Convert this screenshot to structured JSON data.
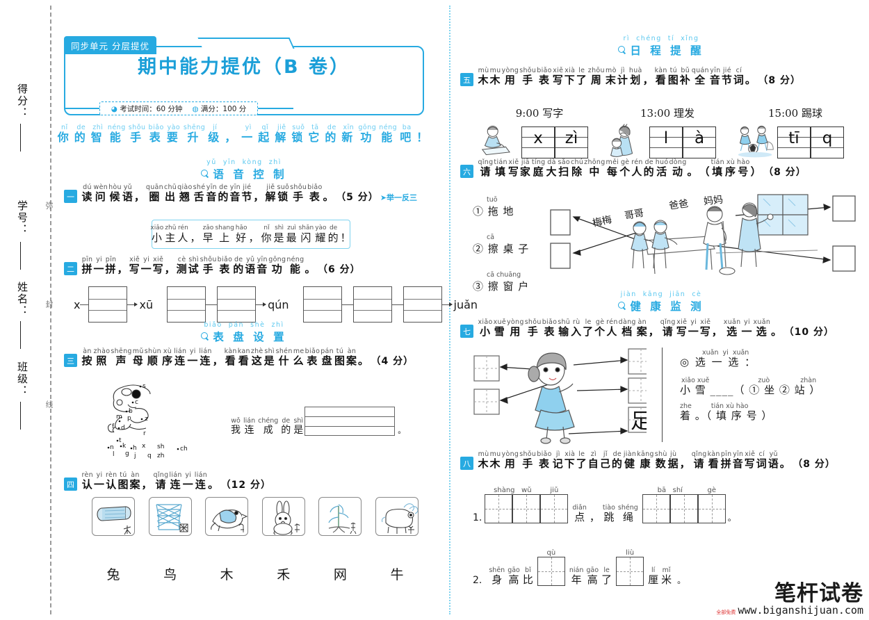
{
  "margin": {
    "fields": [
      "得分：",
      "学号：",
      "姓名：",
      "班级："
    ],
    "seal_words": [
      "弥",
      "封",
      "线"
    ]
  },
  "header": {
    "tab_label": "同步单元 分层提优",
    "title": "期中能力提优（B 卷）",
    "exam_time": "考试时间：60 分钟",
    "full_score": "满分：100 分"
  },
  "intro": {
    "pinyin": [
      "nǐ",
      "de",
      "zhì",
      "néng",
      "shǒu",
      "biǎo",
      "yào",
      "shēng",
      "jí",
      "",
      "yì",
      "qǐ",
      "jiě",
      "suǒ",
      "tā",
      "de",
      "xīn",
      "gōng",
      "néng",
      "ba"
    ],
    "hanzi": [
      "你",
      "的",
      "智",
      "能",
      "手",
      "表",
      "要",
      "升",
      "级",
      "，",
      "一",
      "起",
      "解",
      "锁",
      "它",
      "的",
      "新",
      "功",
      "能",
      "吧",
      "！"
    ],
    "text": "你的智能手表要升级，一起解锁它的新功能吧！"
  },
  "sections": [
    {
      "id": "voice",
      "pinyin": "yǔ  yīn  kòng  zhì",
      "title": "语 音 控 制"
    },
    {
      "id": "dial",
      "pinyin": "biǎo  pán  shè  zhì",
      "title": "表 盘 设 置"
    },
    {
      "id": "agenda",
      "pinyin": "rì  chéng  tí  xǐng",
      "title": "日 程 提 醒"
    },
    {
      "id": "health",
      "pinyin": "jiàn  kāng  jiān  cè",
      "title": "健 康 监 测"
    }
  ],
  "q1": {
    "num": "一",
    "pinyin": [
      "dú",
      "wèn",
      "hòu",
      "yǔ",
      "",
      "quān",
      "chū",
      "qiào",
      "shé",
      "yīn",
      "de",
      "yīn",
      "jié",
      "",
      "jiě",
      "suǒ",
      "shǒu",
      "biǎo"
    ],
    "hanzi": [
      "读",
      "问",
      "候",
      "语",
      "，",
      "圈",
      "出",
      "翘",
      "舌",
      "音",
      "的",
      "音",
      "节",
      "，",
      "解",
      "锁",
      "手",
      "表",
      "。"
    ],
    "score": "（5 分）",
    "tag": "➤举一反三",
    "greeting": {
      "pinyin": [
        "xiǎo",
        "zhǔ",
        "rén",
        "",
        "zǎo",
        "shang",
        "hǎo",
        "",
        "nǐ",
        "shì",
        "zuì",
        "shǎn",
        "yào",
        "de"
      ],
      "hanzi": [
        "小",
        "主",
        "人",
        "，",
        "早",
        "上",
        "好",
        "，",
        "你",
        "是",
        "最",
        "闪",
        "耀",
        "的",
        "！"
      ],
      "text": "小主人，早上好，你是最闪耀的！"
    }
  },
  "q2": {
    "num": "二",
    "pinyin": [
      "pīn",
      "yi",
      "pīn",
      "",
      "xiě",
      "yi",
      "xiě",
      "",
      "cè",
      "shì",
      "shǒu",
      "biǎo",
      "de",
      "yǔ",
      "yīn",
      "gōng",
      "néng"
    ],
    "hanzi": [
      "拼",
      "一",
      "拼",
      "，",
      "写",
      "一",
      "写",
      "，",
      "测",
      "试",
      "手",
      "表",
      "的",
      "语",
      "音",
      "功",
      "能",
      "。"
    ],
    "score": "（6 分）",
    "groups": [
      {
        "prefix": "x",
        "boxes": 1,
        "result": "xū"
      },
      {
        "prefix": "",
        "boxes": 2,
        "result": "qún"
      },
      {
        "prefix": "",
        "boxes": 3,
        "result": "juǎn"
      }
    ]
  },
  "q3": {
    "num": "三",
    "pinyin": [
      "àn",
      "zhào",
      "shēng",
      "mǔ",
      "shùn",
      "xù",
      "lián",
      "yi",
      "lián",
      "",
      "kàn",
      "kan",
      "zhè",
      "shì",
      "shén",
      "me",
      "biǎo",
      "pán",
      "tú",
      "àn"
    ],
    "hanzi": [
      "按",
      "照",
      "声",
      "母",
      "顺",
      "序",
      "连",
      "一",
      "连",
      "，",
      "看",
      "看",
      "这",
      "是",
      "什",
      "么",
      "表",
      "盘",
      "图",
      "案",
      "。"
    ],
    "score": "（4 分）",
    "answer_label": {
      "pinyin": [
        "wǒ",
        "lián",
        "chéng",
        "de",
        "shì"
      ],
      "hanzi": [
        "我",
        "连",
        "成",
        "的",
        "是"
      ]
    },
    "maze_letters": [
      "s",
      "c",
      "b",
      "m",
      "p",
      "z",
      "f",
      "d",
      "r",
      "t",
      "n",
      "k",
      "h",
      "x",
      "sh",
      "ch",
      "l",
      "g",
      "j",
      "q",
      "zh"
    ]
  },
  "q4": {
    "num": "四",
    "pinyin": [
      "rèn",
      "yi",
      "rèn",
      "tú",
      "àn",
      "",
      "qǐng",
      "lián",
      "yi",
      "lián"
    ],
    "hanzi": [
      "认",
      "一",
      "认",
      "图",
      "案",
      "，",
      "请",
      "连",
      "一",
      "连",
      "。"
    ],
    "score": "（12 分）",
    "pictures": [
      "log-icon",
      "net-icon",
      "bird-icon",
      "rabbit-icon",
      "grain-icon",
      "ox-icon"
    ],
    "characters": [
      "兔",
      "鸟",
      "木",
      "禾",
      "网",
      "牛"
    ]
  },
  "q5": {
    "num": "五",
    "pinyin": [
      "mù",
      "mu",
      "yòng",
      "shǒu",
      "biǎo",
      "xiě",
      "xià",
      "le",
      "zhōu",
      "mò",
      "jì",
      "huà",
      "",
      "kàn",
      "tú",
      "bǔ",
      "quán",
      "yīn",
      "jié",
      "cí"
    ],
    "hanzi": [
      "木",
      "木",
      "用",
      "手",
      "表",
      "写",
      "下",
      "了",
      "周",
      "末",
      "计",
      "划",
      "，",
      "看",
      "图",
      "补",
      "全",
      "音",
      "节",
      "词",
      "。"
    ],
    "score": "（8 分）",
    "items": [
      {
        "time": "9:00",
        "activity": "写字",
        "icon": "writing-child-icon",
        "cells": [
          "x",
          "zì"
        ]
      },
      {
        "time": "13:00",
        "activity": "理发",
        "icon": "haircut-icon",
        "cells": [
          "l",
          "à"
        ]
      },
      {
        "time": "15:00",
        "activity": "踢球",
        "icon": "soccer-icon",
        "cells": [
          "tī",
          "q"
        ]
      }
    ]
  },
  "q6": {
    "num": "六",
    "pinyin": [
      "qǐng",
      "tián",
      "xiě",
      "jiā",
      "tíng",
      "dà",
      "sǎo",
      "chú",
      "zhōng",
      "měi",
      "gè",
      "rén",
      "de",
      "huó",
      "dòng",
      "",
      "tián",
      "xù",
      "hào"
    ],
    "hanzi": [
      "请",
      "填",
      "写",
      "家",
      "庭",
      "大",
      "扫",
      "除",
      "中",
      "每",
      "个",
      "人",
      "的",
      "活",
      "动",
      "。",
      "（",
      "填",
      "序",
      "号",
      "）"
    ],
    "score": "（8 分）",
    "options": [
      {
        "mark": "①",
        "pinyin": "tuō",
        "text": "拖 地"
      },
      {
        "mark": "②",
        "pinyin": "cā",
        "text": "擦 桌 子"
      },
      {
        "mark": "③",
        "pinyin": "cā chuāng",
        "text": "擦 窗 户"
      }
    ],
    "people_labels": [
      "梅梅",
      "哥哥",
      "爸爸",
      "妈妈"
    ],
    "answer_box_count": 4
  },
  "q7": {
    "num": "七",
    "pinyin": [
      "xiǎo",
      "xuě",
      "yòng",
      "shǒu",
      "biǎo",
      "shū",
      "rù",
      "le",
      "gè",
      "rén",
      "dàng",
      "àn",
      "",
      "qǐng",
      "xiě",
      "yi",
      "xiě",
      "",
      "xuǎn",
      "yi",
      "xuǎn"
    ],
    "hanzi": [
      "小",
      "雪",
      "用",
      "手",
      "表",
      "输",
      "入",
      "了",
      "个",
      "人",
      "档",
      "案",
      "，",
      "请",
      "写",
      "一",
      "写",
      "，",
      "选",
      "一",
      "选",
      "。"
    ],
    "score": "（10 分）",
    "filled_char": "足",
    "choice": {
      "label_pinyin": "xuǎn  yi  xuǎn",
      "label": "◎ 选 一 选 ：",
      "line1_pinyin": [
        "xiǎo xuě",
        "",
        "zuò",
        "zhàn"
      ],
      "line1": "小 雪 ____（ ① 坐    ② 站 ）",
      "line2_pinyin": [
        "zhe",
        "tián xù hào"
      ],
      "line2": "着 。（ 填 序 号 ）"
    }
  },
  "q8": {
    "num": "八",
    "pinyin": [
      "mù",
      "mu",
      "yòng",
      "shǒu",
      "biǎo",
      "jì",
      "xià",
      "le",
      "zì",
      "jǐ",
      "de",
      "jiàn",
      "kāng",
      "shù",
      "jù",
      "",
      "qǐng",
      "kàn",
      "pīn",
      "yīn",
      "xiě",
      "cí",
      "yǔ"
    ],
    "hanzi": [
      "木",
      "木",
      "用",
      "手",
      "表",
      "记",
      "下",
      "了",
      "自",
      "己",
      "的",
      "健",
      "康",
      "数",
      "据",
      "，",
      "请",
      "看",
      "拼",
      "音",
      "写",
      "词",
      "语",
      "。"
    ],
    "score": "（8 分）",
    "line1": {
      "index": "1.",
      "p1": [
        "shàng",
        "wǔ"
      ],
      "p2": [
        "jiǔ"
      ],
      "mid_pinyin": [
        "diǎn",
        "tiào",
        "shéng"
      ],
      "mid_hanzi": [
        "点",
        "，",
        "跳",
        "绳"
      ],
      "p3": [
        "bā",
        "shí"
      ],
      "p4": [
        "gè"
      ],
      "end": "。"
    },
    "line2": {
      "index": "2.",
      "pre_pinyin": [
        "shēn",
        "gāo",
        "bǐ"
      ],
      "pre_hanzi": [
        "身",
        "高",
        "比"
      ],
      "p1": [
        "qù"
      ],
      "mid_pinyin": [
        "nián",
        "gāo",
        "le"
      ],
      "mid_hanzi": [
        "年",
        "高",
        "了"
      ],
      "p2": [
        "liù"
      ],
      "post_pinyin": [
        "lí",
        "mǐ"
      ],
      "post_hanzi": [
        "厘",
        "米"
      ],
      "end": "。"
    }
  },
  "watermark": {
    "free": "全部免费",
    "brand": "笔杆试卷",
    "url": "www.biganshijuan.com"
  },
  "colors": {
    "accent": "#27aae1",
    "accent_light": "#5bc8ef",
    "ink": "#1a1a1a",
    "rule": "#555555"
  }
}
